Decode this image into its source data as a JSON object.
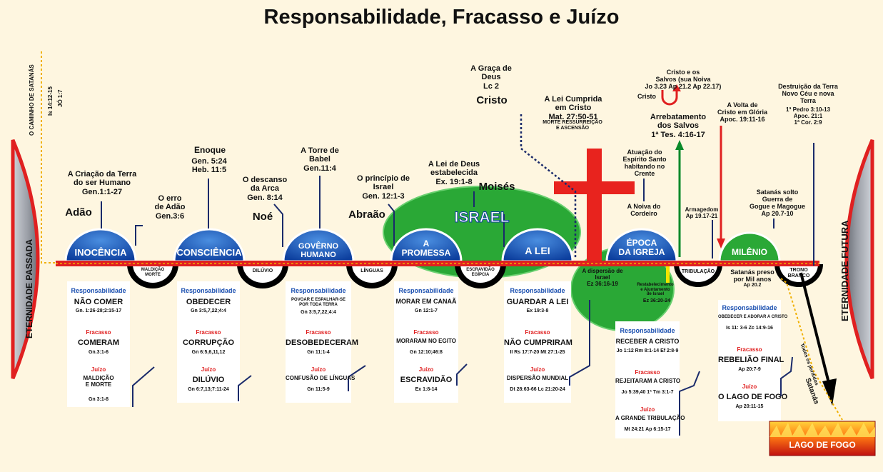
{
  "title": "Responsabilidade, Fracasso e Juízo",
  "eternity": {
    "past": "ETERNIDADE PASSADA",
    "future": "ETERNIDADE FUTURA"
  },
  "satan_path": {
    "label": "O CAMINHO DE SATANÁS",
    "ref1": "Is 14:12-15",
    "ref2": "JÓ 1:7"
  },
  "people": {
    "adao": "Adão",
    "noe": "Noé",
    "abraao": "Abraão",
    "moises": "Moisés",
    "cristo": "Cristo"
  },
  "israel": "ISRAEL",
  "dispensations": [
    {
      "name": "INOCÊNCIA",
      "resp": "NÃO COMER",
      "resp_ref": "Gn. 1:26-28;2:15-17",
      "fail": "COMERAM",
      "fail_ref": "Gn.3:1-6",
      "judg": "MALDIÇÃO\nE MORTE",
      "judg_ref": "Gn 3:1-8"
    },
    {
      "name": "CONSCIÊNCIA",
      "resp": "OBEDECER",
      "resp_ref": "Gn 3:5,7,22;4:4",
      "fail": "CORRUPÇÃO",
      "fail_ref": "Gn 6:5,6,11,12",
      "judg": "DILÚVIO",
      "judg_ref": "Gn 6:7,13;7:11-24"
    },
    {
      "name": "GOVÊRNO\nHUMANO",
      "resp": "POVOAR E ESPALHAR-SE\nPOR TODA TERRA",
      "resp_ref": "Gn 3:5,7,22;4:4",
      "fail": "DESOBEDECERAM",
      "fail_ref": "Gn 11:1-4",
      "judg": "CONFUSÃO DE LÍNGUAS",
      "judg_ref": "Gn 11:5-9"
    },
    {
      "name": "A\nPROMESSA",
      "resp": "MORAR EM CANAÃ",
      "resp_ref": "Gn 12:1-7",
      "fail": "MORARAM NO EGITO",
      "fail_ref": "Gn 12:10;46:8",
      "judg": "ESCRAVIDÃO",
      "judg_ref": "Ex 1:8-14"
    },
    {
      "name": "A LEI",
      "resp": "GUARDAR A LEI",
      "resp_ref": "Ex 19:3-8",
      "fail": "NÃO CUMPRIRAM",
      "fail_ref": "II Rs 17:7-20 Mt 27:1-25",
      "judg": "DISPERSÃO MUNDIAL",
      "judg_ref": "Dt 28:63-66 Lc 21:20-24"
    },
    {
      "name": "ÉPOCA\nDA IGREJA",
      "resp": "RECEBER A CRISTO",
      "resp_ref": "Jo 1:12 Rm 8:1-14 Ef 2:8-9",
      "fail": "REJEITARAM A CRISTO",
      "fail_ref": "Jo 5:39,40 1ª Tm 3:1-7",
      "judg": "A GRANDE TRIBULAÇÃO",
      "judg_ref": "Mt 24:21 Ap 6:15-17"
    },
    {
      "name": "MILÊNIO",
      "resp": "OBEDECER E ADORAR A CRISTO",
      "resp_ref": "Is 11: 3-6 Zc 14:9-16",
      "fail": "REBELIÃO FINAL",
      "fail_ref": "Ap 20:7-9",
      "judg": "O LAGO DE FOGO",
      "judg_ref": "Ap 20:11-15"
    }
  ],
  "labels": {
    "responsabilidade": "Responsabilidade",
    "fracasso": "Fracasso",
    "juizo": "Juízo"
  },
  "judgment_dips": [
    "MALDIÇÃO\nMORTE",
    "DILÚVIO",
    "LÍNGUAS",
    "ESCRAVIDÃO\nEGÍPCIA",
    "TRIBULAÇÃO",
    "TRONO\nBRANCO"
  ],
  "events": {
    "criacao": "A Criação da Terra\ndo ser Humano\nGen.1:1-27",
    "erro": "O erro\nde Adão\nGen.3:6",
    "enoque": "Enoque",
    "enoque_ref": "Gen. 5:24\nHeb. 11:5",
    "arca": "O descanso\nda Arca\nGen. 8:14",
    "torre": "A Torre de\nBabel\nGen.11:4",
    "principio": "O princípio de\nIsrael\nGen. 12:1-3",
    "lei_deus": "A Lei de Deus\nestabelecida\nEx. 19:1-8",
    "graca": "A Graça de\nDeus\nLc 2",
    "lei_cumprida": "A Lei Cumprida\nem Cristo\nMat. 27:50-51",
    "morte_ress": "MORTE RESSURREIÇÃO\nE ASCENSÃO",
    "cristo_salvos": "Cristo e os\nSalvos (sua Noiva\nJo 3.23 Ap 21.2 Ap 22.17)",
    "cristo_small": "Cristo",
    "arrebatamento": "Arrebatamento\ndos Salvos\n1ª Tes. 4:16-17",
    "volta": "A Volta de\nCristo em Glória\nApoc. 19:11-16",
    "destruicao": "Destruição da Terra\nNovo Céu e nova\nTerra",
    "destruicao_ref": "1ª Pedro 3:10-13\nApoc. 21:1\n1ª Cor. 2:9",
    "espirito": "Atuação do\nEspírito Santo\nhabitando no\nCrente",
    "noiva": "A Noiva do\nCordeiro",
    "armagedom": "Armagedom\nAp 19.17-21",
    "satanas_solto": "Satanás solto\nGuerra de\nGogue e Magogue\nAp 20.7-10",
    "dispersao": "A dispersão de\nIsrael\nEz 36:16-19",
    "restabelecimento": "Restabelecimento\ne Ajuntamento\nde Israel",
    "restabelecimento_ref": "Ez 36:20-24",
    "satanas_preso": "Satanás preso\npor Mil anos",
    "satanas_preso_ref": "Ap 20.2",
    "todos_perdidos": "Todos os perdidos",
    "satanas": "Satanás",
    "lago_de_fogo": "LAGO DE FOGO"
  }
}
